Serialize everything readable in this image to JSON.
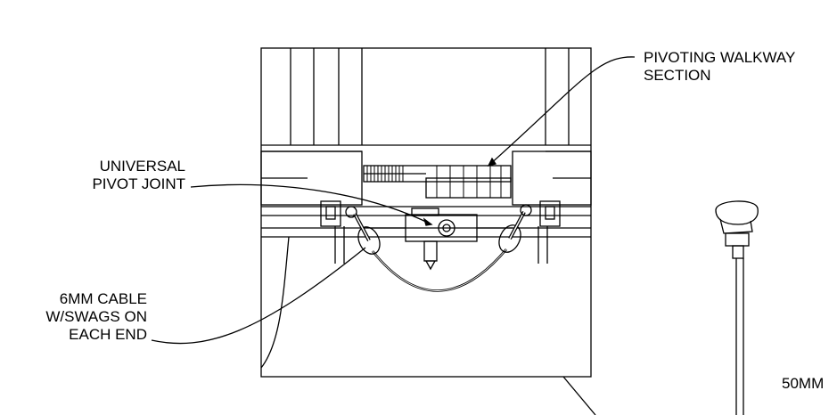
{
  "labels": {
    "walkway": {
      "line1": "PIVOTING WALKWAY",
      "line2": "SECTION"
    },
    "pivot": {
      "line1": "UNIVERSAL",
      "line2": "PIVOT JOINT"
    },
    "cable": {
      "line1": "6MM CABLE",
      "line2": "W/SWAGS ON",
      "line3": "EACH END"
    },
    "dimension": "50MM"
  },
  "colors": {
    "ink": "#000000",
    "paper": "#ffffff"
  }
}
